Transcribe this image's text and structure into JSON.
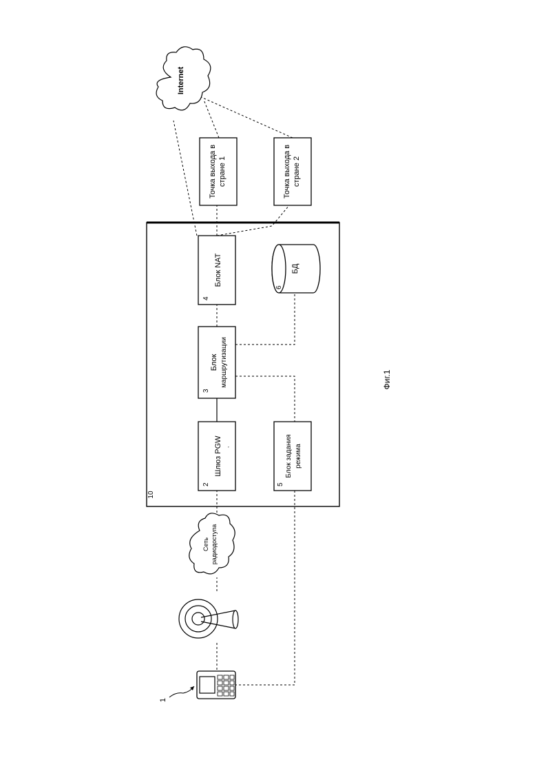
{
  "labels": {
    "phone_num": "1",
    "gw_num": "2",
    "gw_label": "Шлюз PGW",
    "route_num": "3",
    "route_l1": "Блок",
    "route_l2": "маршрутизации",
    "nat_num": "4",
    "nat_label": "Блок NAT",
    "mode_num": "5",
    "mode_l1": "Блок задания",
    "mode_l2": "режима",
    "db_num": "6",
    "db_label": "БД",
    "system_num": "10",
    "exit1_l1": "Точка выхода в",
    "exit1_l2": "стране 1",
    "exit2_l1": "Точка выхода в",
    "exit2_l2": "стране 2",
    "internet": "Internet",
    "radio_l1": "Сеть",
    "radio_l2": "радиодоступа",
    "caption": "Фиг.1"
  }
}
